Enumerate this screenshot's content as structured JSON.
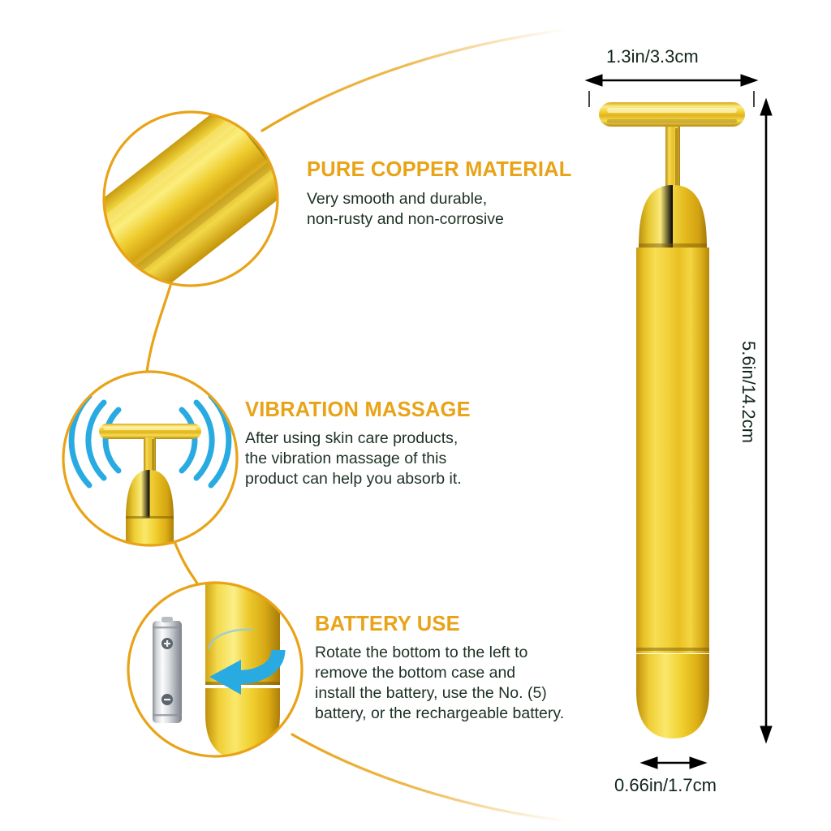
{
  "product": {
    "name": "gold-energy-beauty-bar",
    "colors": {
      "accent_orange": "#E8A317",
      "text_dark": "#1d3124",
      "vibration_blue": "#29ABE2",
      "gold_light": "#F7DC4B",
      "gold_mid": "#E3B71C",
      "gold_dark": "#9C7C10",
      "background": "#FFFFFF"
    }
  },
  "features": [
    {
      "id": "pure-copper-material",
      "title": "PURE COPPER MATERIAL",
      "body": "Very smooth and durable,\nnon-rusty and non-corrosive"
    },
    {
      "id": "vibration-massage",
      "title": "VIBRATION MASSAGE",
      "body": "After using skin care products,\nthe vibration massage of this\nproduct can help you absorb it."
    },
    {
      "id": "battery-use",
      "title": "BATTERY USE",
      "body": "Rotate the bottom to the left to\nremove the bottom case and\ninstall the battery, use the No. (5)\nbattery, or the rechargeable battery."
    }
  ],
  "dimensions": {
    "width_top": "1.3in/3.3cm",
    "height_side": "5.6in/14.2cm",
    "width_bottom": "0.66in/1.7cm"
  },
  "callouts": [
    {
      "id": "callout-copper-closeup",
      "depicts": "angled-gold-cylinder-closeup"
    },
    {
      "id": "callout-vibration-closeup",
      "depicts": "t-head-with-vibration-waves"
    },
    {
      "id": "callout-battery-closeup",
      "depicts": "aa-battery-and-rotating-bottom-cap"
    }
  ],
  "battery": {
    "positive_symbol": "+",
    "negative_symbol": "−"
  }
}
